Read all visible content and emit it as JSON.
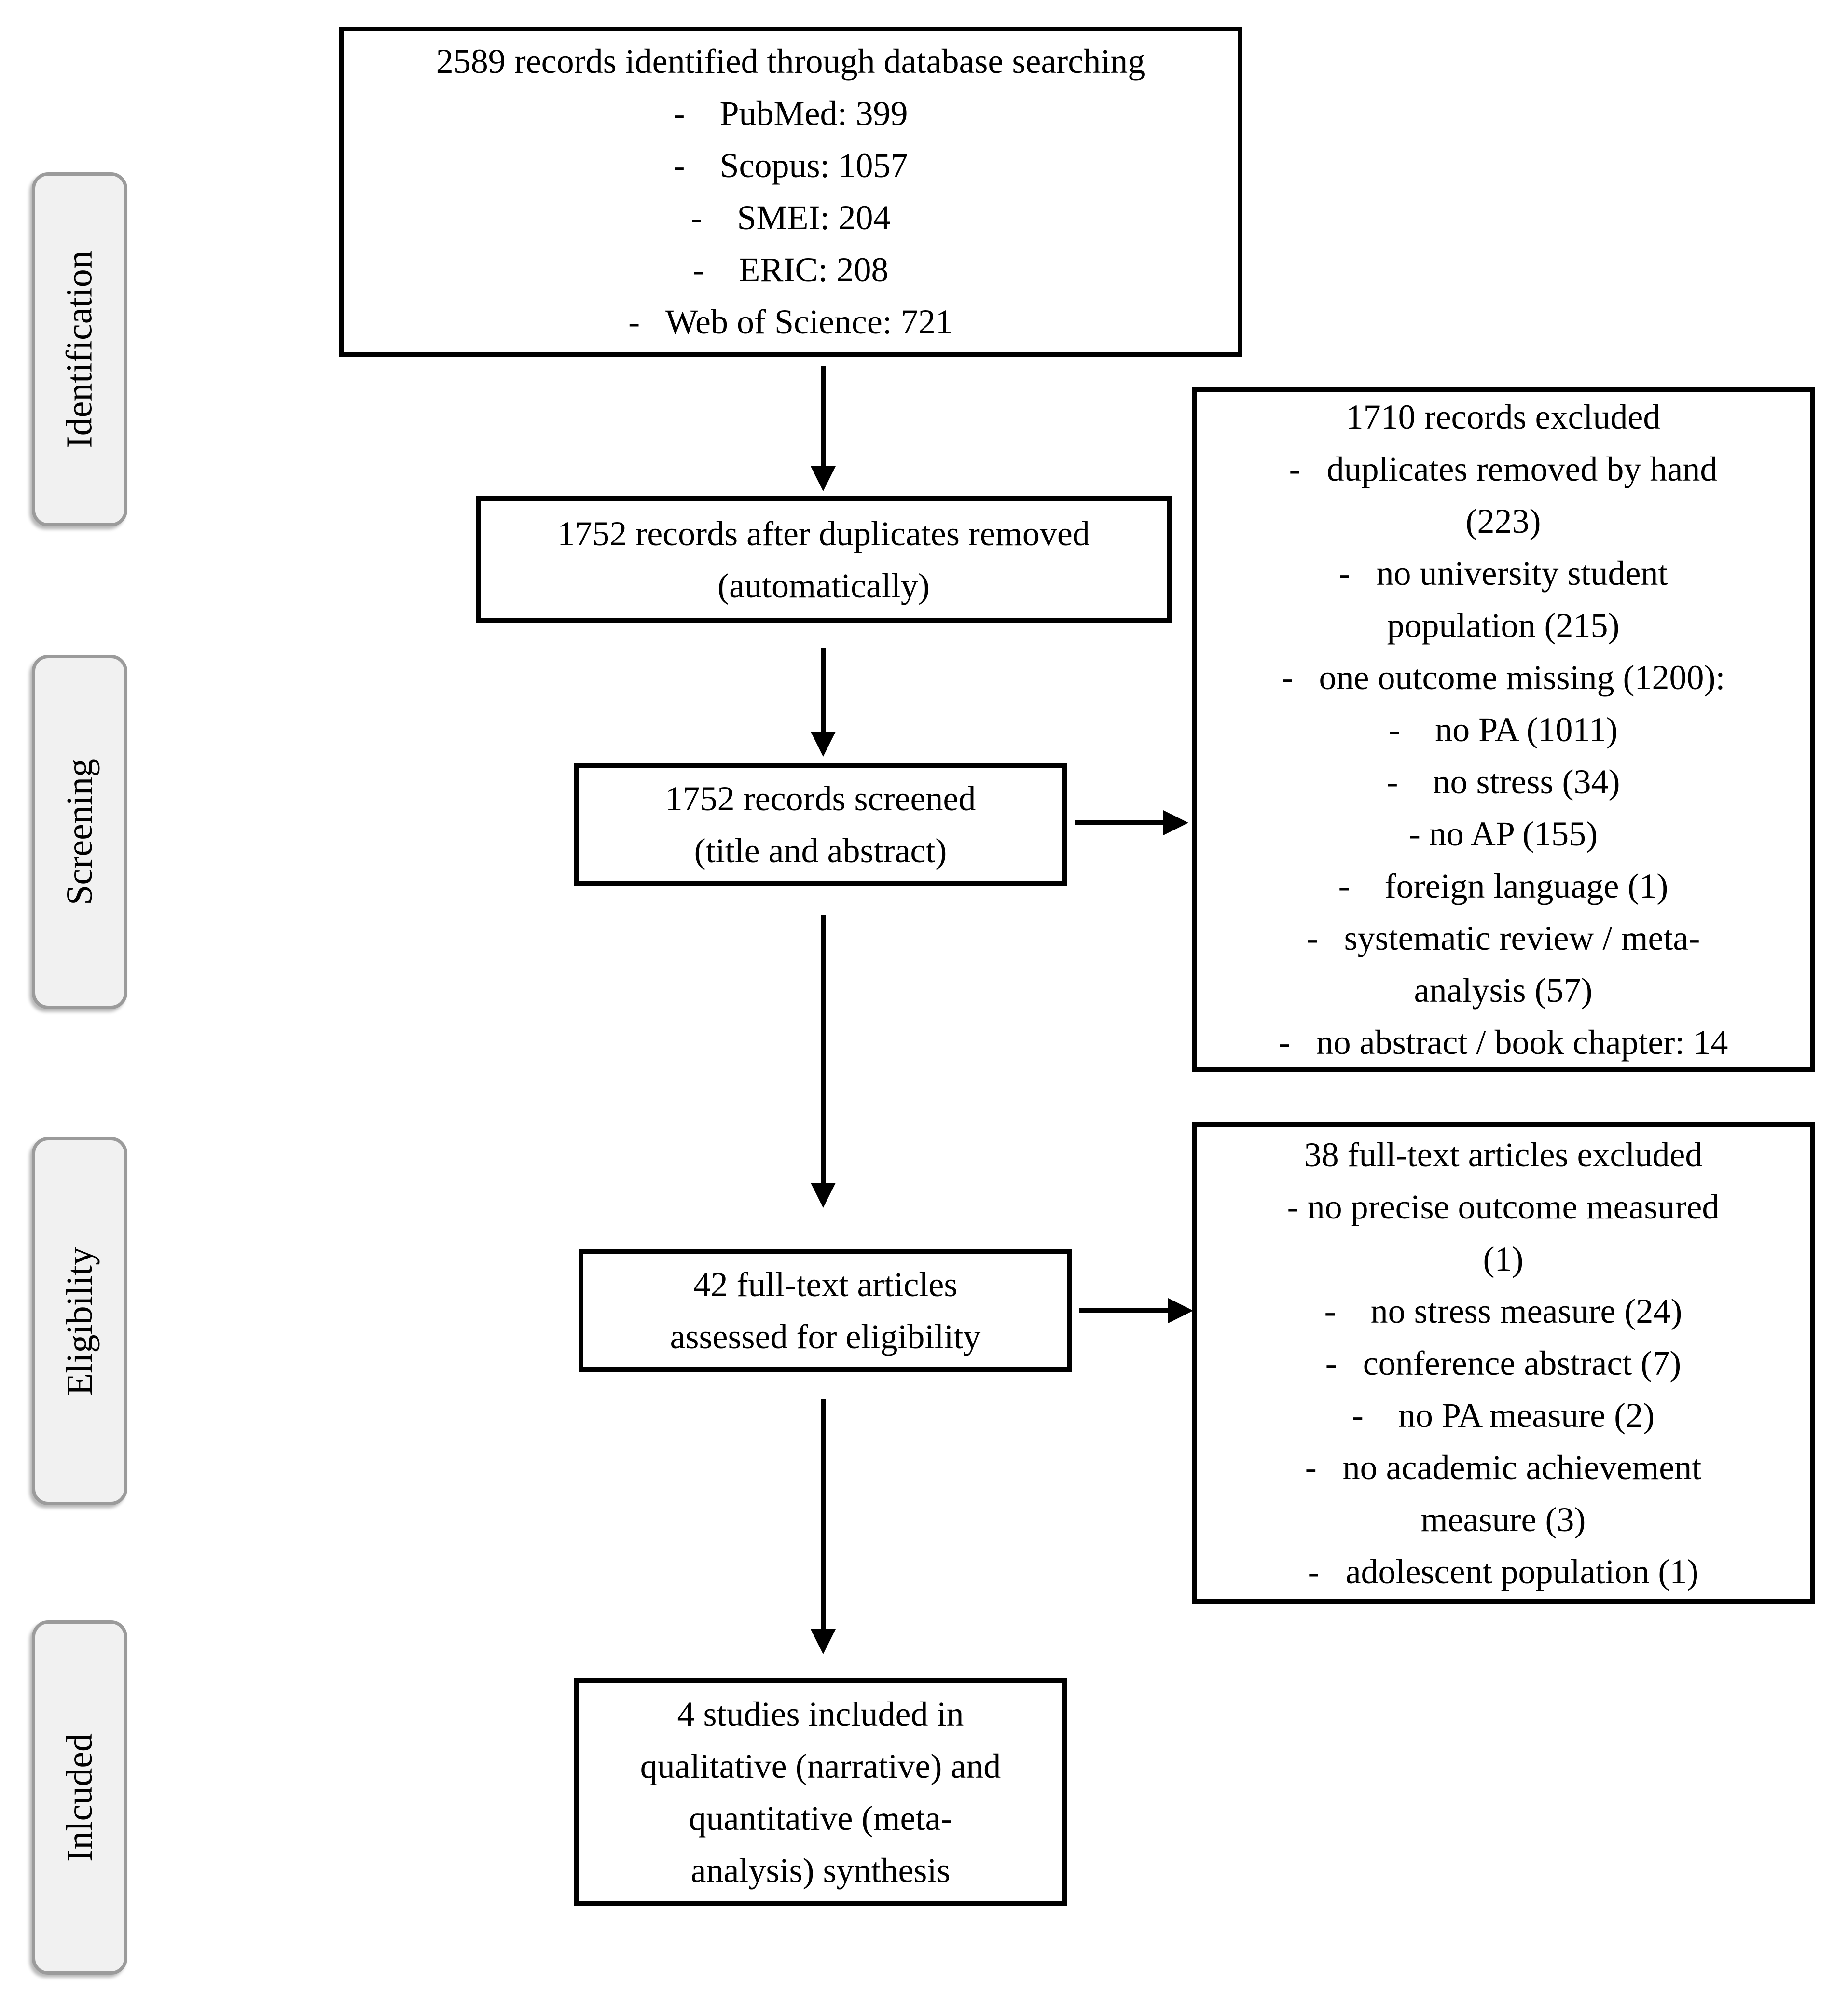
{
  "colors": {
    "text": "#000000",
    "box_border": "#000000",
    "arrow": "#000000",
    "stage_fill": "#f1f1f1",
    "stage_border": "#9b9b9b"
  },
  "sidebar": {
    "stages": [
      {
        "label": "Identification"
      },
      {
        "label": "Screening"
      },
      {
        "label": "Eligibility"
      },
      {
        "label": "Inlcuded"
      }
    ]
  },
  "boxes": {
    "identified": {
      "lines": [
        "2589 records identified through database searching",
        "-    PubMed: 399",
        "-    Scopus: 1057",
        "-    SMEI: 204",
        "-    ERIC: 208",
        "-   Web of Science: 721"
      ]
    },
    "deduplicated": {
      "lines": [
        "1752 records after duplicates removed",
        "(automatically)"
      ]
    },
    "screened": {
      "lines": [
        "1752 records screened",
        "(title and abstract)"
      ]
    },
    "records_excluded": {
      "lines": [
        "1710 records excluded",
        "-   duplicates removed by hand",
        "(223)",
        "-   no university student",
        "population (215)",
        "-   one outcome missing (1200):",
        "-    no PA (1011)",
        "-    no stress (34)",
        "- no AP (155)",
        "-    foreign language (1)",
        "-   systematic review / meta-",
        "analysis (57)",
        "-   no abstract / book chapter: 14"
      ]
    },
    "fulltext_assessed": {
      "lines": [
        "42 full-text articles",
        "assessed for eligibility"
      ]
    },
    "fulltext_excluded": {
      "lines": [
        "38 full-text articles excluded",
        "- no precise outcome measured",
        "(1)",
        "-    no stress measure (24)",
        "-   conference abstract (7)",
        "-    no PA measure (2)",
        "-   no academic achievement",
        "measure (3)",
        "-   adolescent population (1)"
      ]
    },
    "included": {
      "lines": [
        "4 studies included in",
        "qualitative (narrative) and",
        "quantitative (meta-",
        "analysis) synthesis"
      ]
    }
  }
}
